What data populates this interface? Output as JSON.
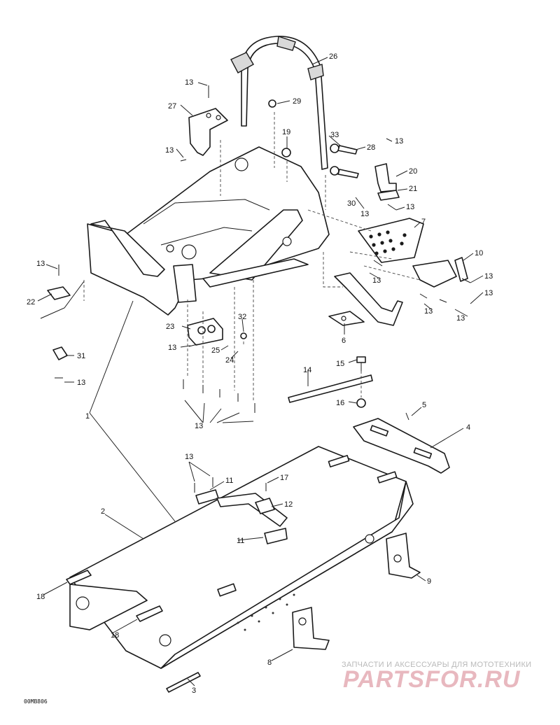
{
  "diagram": {
    "drawing_code": "00MB806",
    "callouts": {
      "c1": "1",
      "c2": "2",
      "c3": "3",
      "c4": "4",
      "c5": "5",
      "c6": "6",
      "c7": "7",
      "c8": "8",
      "c9": "9",
      "c10": "10",
      "c11a": "11",
      "c11b": "11",
      "c12": "12",
      "c13_top": "13",
      "c13_left": "13",
      "c13_28": "13",
      "c13_21": "13",
      "c13_lf": "13",
      "c13_mid": "13",
      "c13_r1": "13",
      "c13_r2": "13",
      "c13_r3": "13",
      "c13_23": "13",
      "c13_31": "13",
      "c13_group": "13",
      "c13_tray": "13",
      "c14": "14",
      "c15": "15",
      "c16": "16",
      "c17": "17",
      "c18a": "18",
      "c18b": "18",
      "c19": "19",
      "c20": "20",
      "c21": "21",
      "c22": "22",
      "c23": "23",
      "c24": "24",
      "c25": "25",
      "c26": "26",
      "c27": "27",
      "c28": "28",
      "c29": "29",
      "c30": "30",
      "c31": "31",
      "c32": "32",
      "c33": "33"
    }
  },
  "watermark": {
    "tagline": "ЗАПЧАСТИ И АКСЕССУАРЫ ДЛЯ МОТОТЕХНИКИ",
    "logo": "PARTSFOR.RU"
  }
}
